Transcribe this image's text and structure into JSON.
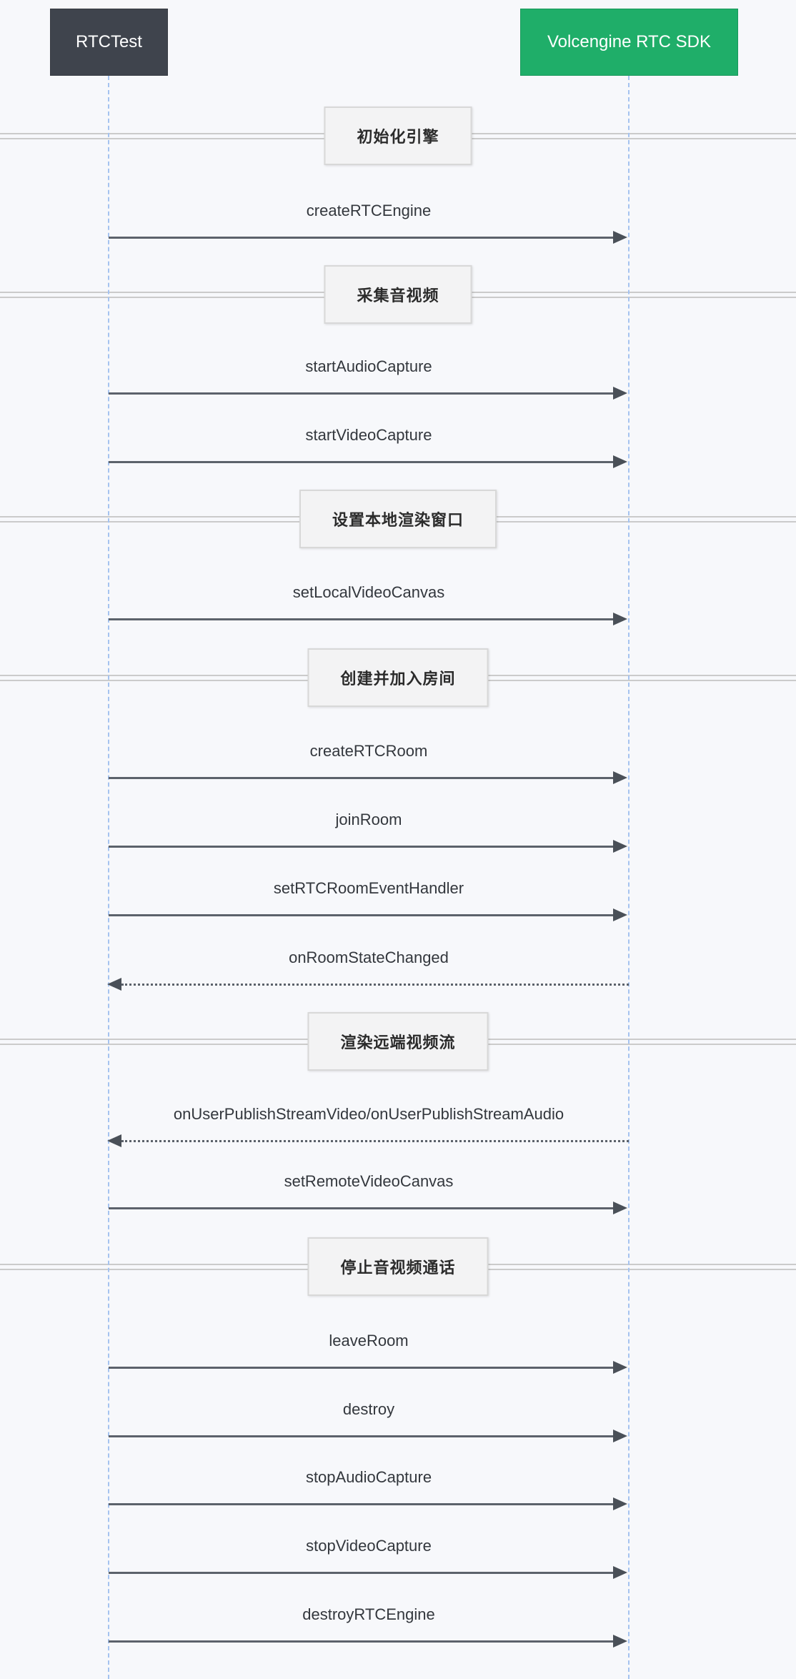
{
  "page": {
    "background_color": "#f7f8fb"
  },
  "sequence": {
    "participants": [
      {
        "label": "RTCTest",
        "fill": "#3f444d",
        "text_color": "#ffffff"
      },
      {
        "label": "Volcengine RTC SDK",
        "fill": "#1fae69",
        "text_color": "#ffffff"
      }
    ],
    "lifeline_color": "#a5c3f0",
    "arrow_color": "#5c626b",
    "divider_line_color": "#cbcbcb",
    "section_box_fill": "#f3f3f4",
    "sections": [
      {
        "label": "初始化引擎",
        "messages": [
          {
            "label": "createRTCEngine",
            "from": "RTCTest",
            "to": "Volcengine RTC SDK",
            "kind": "call"
          }
        ]
      },
      {
        "label": "采集音视频",
        "messages": [
          {
            "label": "startAudioCapture",
            "from": "RTCTest",
            "to": "Volcengine RTC SDK",
            "kind": "call"
          },
          {
            "label": "startVideoCapture",
            "from": "RTCTest",
            "to": "Volcengine RTC SDK",
            "kind": "call"
          }
        ]
      },
      {
        "label": "设置本地渲染窗口",
        "messages": [
          {
            "label": "setLocalVideoCanvas",
            "from": "RTCTest",
            "to": "Volcengine RTC SDK",
            "kind": "call"
          }
        ]
      },
      {
        "label": "创建并加入房间",
        "messages": [
          {
            "label": "createRTCRoom",
            "from": "RTCTest",
            "to": "Volcengine RTC SDK",
            "kind": "call"
          },
          {
            "label": "joinRoom",
            "from": "RTCTest",
            "to": "Volcengine RTC SDK",
            "kind": "call"
          },
          {
            "label": "setRTCRoomEventHandler",
            "from": "RTCTest",
            "to": "Volcengine RTC SDK",
            "kind": "call"
          },
          {
            "label": "onRoomStateChanged",
            "from": "Volcengine RTC SDK",
            "to": "RTCTest",
            "kind": "callback"
          }
        ]
      },
      {
        "label": "渲染远端视频流",
        "messages": [
          {
            "label": "onUserPublishStreamVideo/onUserPublishStreamAudio",
            "from": "Volcengine RTC SDK",
            "to": "RTCTest",
            "kind": "callback"
          },
          {
            "label": "setRemoteVideoCanvas",
            "from": "RTCTest",
            "to": "Volcengine RTC SDK",
            "kind": "call"
          }
        ]
      },
      {
        "label": "停止音视频通话",
        "messages": [
          {
            "label": "leaveRoom",
            "from": "RTCTest",
            "to": "Volcengine RTC SDK",
            "kind": "call"
          },
          {
            "label": "destroy",
            "from": "RTCTest",
            "to": "Volcengine RTC SDK",
            "kind": "call"
          },
          {
            "label": "stopAudioCapture",
            "from": "RTCTest",
            "to": "Volcengine RTC SDK",
            "kind": "call"
          },
          {
            "label": "stopVideoCapture",
            "from": "RTCTest",
            "to": "Volcengine RTC SDK",
            "kind": "call"
          },
          {
            "label": "destroyRTCEngine",
            "from": "RTCTest",
            "to": "Volcengine RTC SDK",
            "kind": "call"
          }
        ]
      }
    ]
  }
}
